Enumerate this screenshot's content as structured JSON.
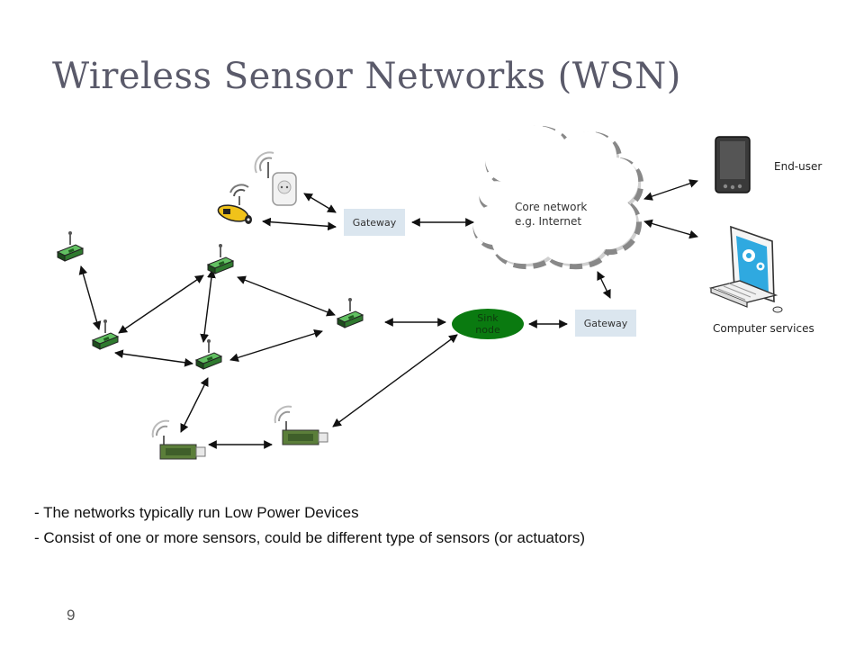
{
  "slide": {
    "title": "Wireless Sensor Networks (WSN)",
    "page_number": "9"
  },
  "diagram": {
    "gateway_1": "Gateway",
    "gateway_2": "Gateway",
    "sink_line1": "Sink",
    "sink_line2": "node",
    "cloud_line1": "Core network",
    "cloud_line2": "e.g. Internet",
    "end_user": "End-user",
    "computer_services": "Computer services"
  },
  "bullets": [
    "- The networks typically run Low Power Devices",
    "- Consist of one or more sensors, could be different type of sensors (or actuators)"
  ],
  "colors": {
    "title": "#5a5a6a",
    "gateway_fill": "#dbe6ef",
    "sink_fill": "#0a7a10",
    "sensor_green": "#3aa23a"
  }
}
